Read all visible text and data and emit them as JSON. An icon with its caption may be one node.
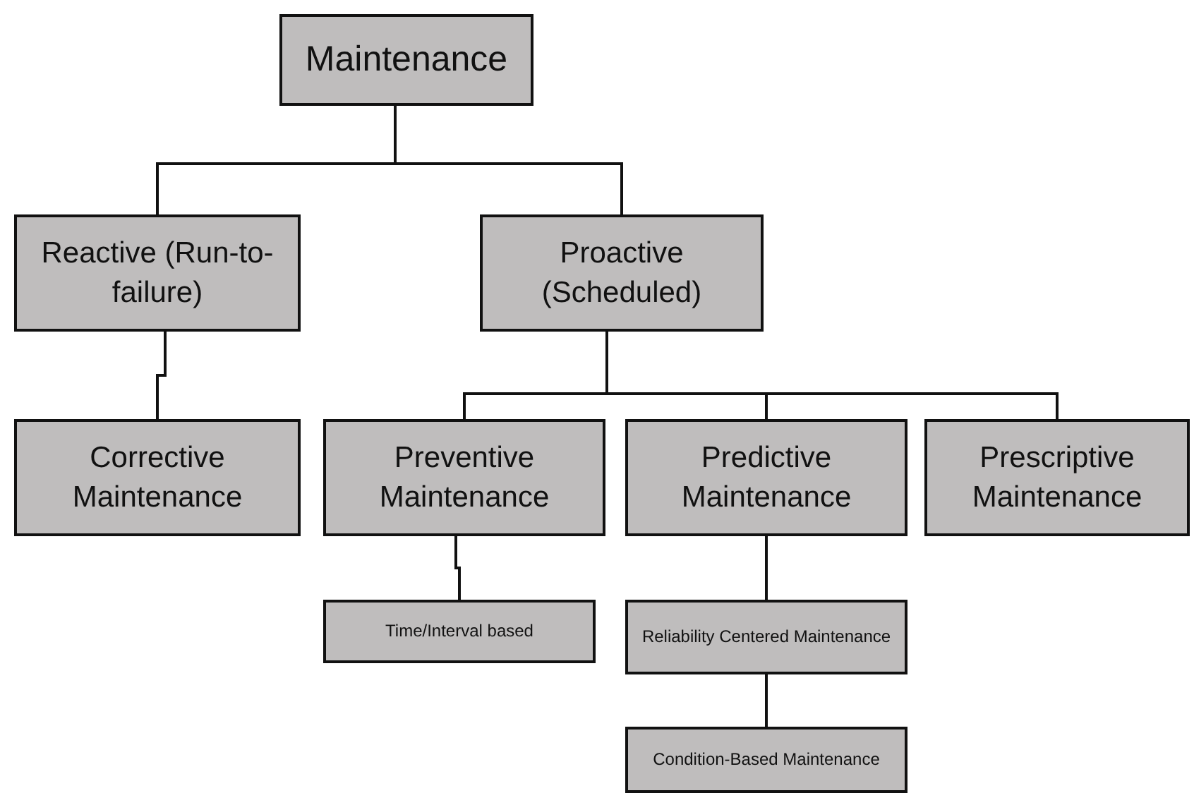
{
  "diagram": {
    "nodes": [
      {
        "text": [
          "Maintenance"
        ]
      },
      {
        "text": [
          "Reactive (Run-to-failure)"
        ]
      },
      {
        "text": [
          "Proactive (Scheduled)"
        ]
      },
      {
        "text": [
          "Corrective Maintenance"
        ]
      },
      {
        "text": [
          "Preventive Maintenance"
        ]
      },
      {
        "text": [
          "Predictive Maintenance"
        ]
      },
      {
        "text": [
          "Prescriptive Maintenance"
        ]
      },
      {
        "text": [
          "Time/Interval based"
        ]
      },
      {
        "text": [
          "Reliability Centered Maintenance"
        ]
      },
      {
        "text": [
          "Condition-Based Maintenance"
        ]
      }
    ],
    "edges": [
      {
        "from": 0,
        "to": 1,
        "arrow": "none"
      },
      {
        "from": 0,
        "to": 2,
        "arrow": "none"
      },
      {
        "from": 1,
        "to": 3,
        "arrow": "none"
      },
      {
        "from": 2,
        "to": 4,
        "arrow": "none"
      },
      {
        "from": 2,
        "to": 5,
        "arrow": "none"
      },
      {
        "from": 2,
        "to": 6,
        "arrow": "none"
      },
      {
        "from": 4,
        "to": 7,
        "arrow": "none"
      },
      {
        "from": 5,
        "to": 8,
        "arrow": "none"
      },
      {
        "from": 8,
        "to": 9,
        "arrow": "none"
      }
    ]
  }
}
